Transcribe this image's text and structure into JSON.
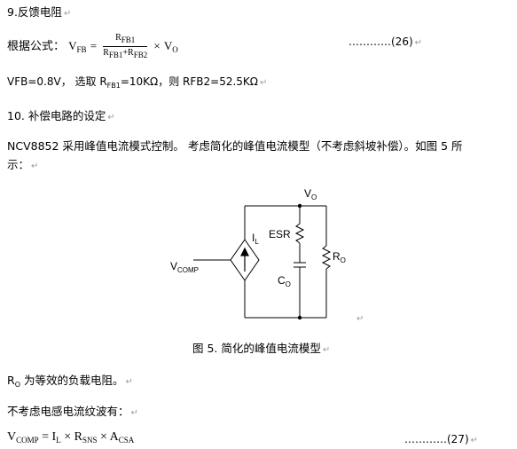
{
  "sections": {
    "s9_title": "9.反馈电阻",
    "formula_label": "根据公式：",
    "formula_lhs": "V",
    "formula_lhs_sub": "FB",
    "formula_eq": "=",
    "formula_num_R": "R",
    "formula_num_sub": "FB1",
    "formula_den_R1": "R",
    "formula_den_sub1": "FB1",
    "formula_den_plus": "+",
    "formula_den_R2": "R",
    "formula_den_sub2": "FB2",
    "formula_times": "×",
    "formula_vo": "V",
    "formula_vo_sub": "O",
    "eq26_ref": "…………(26)",
    "values_line_prefix": "VFB=0.8V， 选取 R",
    "values_line_sub": "FB1",
    "values_line_suffix": "=10KΩ，则 RFB2=52.5KΩ",
    "s10_title": "10. 补偿电路的设定",
    "para_line1": "NCV8852 采用峰值电流模式控制。 考虑简化的峰值电流模型（不考虑斜坡补偿）。如图 5 所",
    "para_line2": "示：",
    "figure_caption": "图 5. 简化的峰值电流模型",
    "ro_prefix": "R",
    "ro_sub": "O",
    "ro_text": " 为等效的负载电阻。",
    "ripple_text": "不考虑电感电流纹波有：",
    "eq27_lhs": "V",
    "eq27_lhs_sub": "COMP",
    "eq27_rhs1": " = I",
    "eq27_rhs1_sub": "L",
    "eq27_rhs2": " × R",
    "eq27_rhs2_sub": "SNS",
    "eq27_rhs3": " × A",
    "eq27_rhs3_sub": "CSA",
    "eq27_ref": "…………(27)",
    "paragraph_mark": "↵"
  },
  "circuit": {
    "vo_label": "V",
    "vo_sub": "O",
    "il_label": "I",
    "il_sub": "L",
    "esr_label": "ESR",
    "co_label": "C",
    "co_sub": "O",
    "ro_label": "R",
    "ro_sub": "O",
    "vcomp_label": "V",
    "vcomp_sub": "COMP"
  }
}
